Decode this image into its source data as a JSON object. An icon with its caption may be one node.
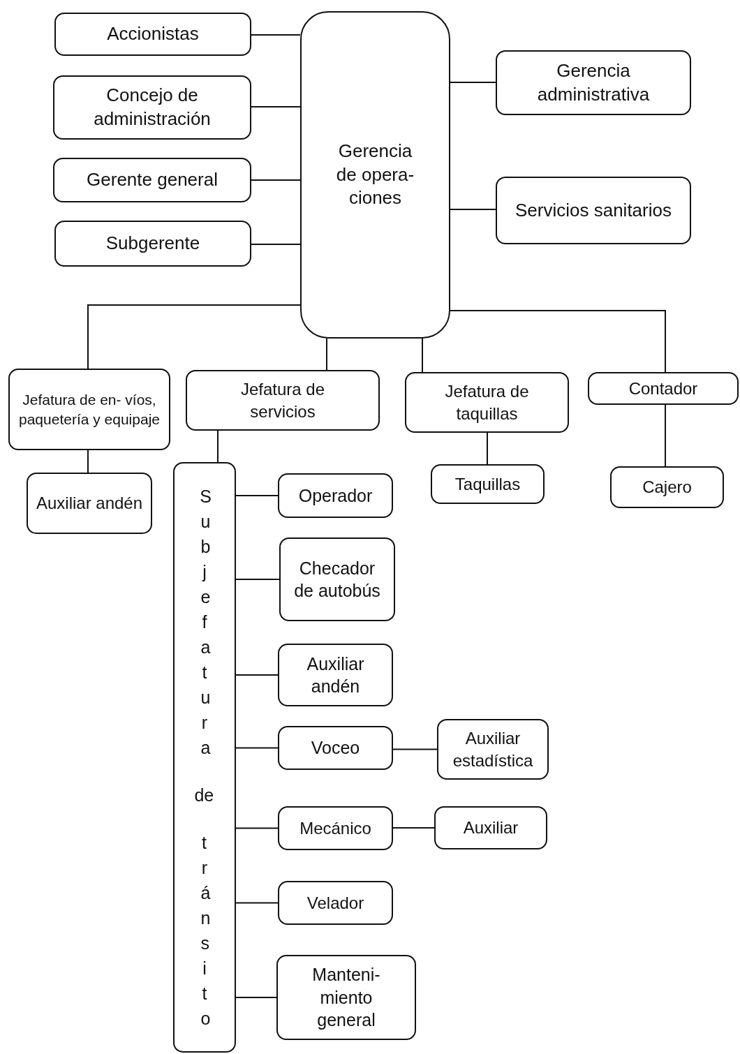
{
  "diagram": {
    "nodes": [
      {
        "text": [
          "Accionistas"
        ]
      },
      {
        "text": [
          "Concejo de administración"
        ]
      },
      {
        "text": [
          "Gerente general"
        ]
      },
      {
        "text": [
          "Subgerente"
        ]
      },
      {
        "text": [
          "Gerencia de opera- ciones"
        ]
      },
      {
        "text": [
          "Gerencia administrativa"
        ]
      },
      {
        "text": [
          "Servicios sanitarios"
        ]
      },
      {
        "text": [
          "Jefatura de en- víos, paquetería y equipaje"
        ]
      },
      {
        "text": [
          "Jefatura de servicios"
        ]
      },
      {
        "text": [
          "Jefatura de taquillas"
        ]
      },
      {
        "text": [
          "Contador"
        ]
      },
      {
        "text": [
          "Auxiliar andén"
        ]
      },
      {
        "text": [
          "Subjefatura de tránsito"
        ]
      },
      {
        "text": [
          "Operador"
        ]
      },
      {
        "text": [
          "Checador de autobús"
        ]
      },
      {
        "text": [
          "Auxiliar andén"
        ]
      },
      {
        "text": [
          "Voceo"
        ]
      },
      {
        "text": [
          "Auxiliar estadística"
        ]
      },
      {
        "text": [
          "Mecánico"
        ]
      },
      {
        "text": [
          "Auxiliar"
        ]
      },
      {
        "text": [
          "Velador"
        ]
      },
      {
        "text": [
          "Manteni- miento general"
        ]
      },
      {
        "text": [
          "Taquillas"
        ]
      },
      {
        "text": [
          "Cajero"
        ]
      }
    ],
    "edges": [
      {
        "from": 0,
        "to": 4,
        "arrow": "none"
      },
      {
        "from": 1,
        "to": 4,
        "arrow": "none"
      },
      {
        "from": 2,
        "to": 4,
        "arrow": "none"
      },
      {
        "from": 3,
        "to": 4,
        "arrow": "none"
      },
      {
        "from": 4,
        "to": 5,
        "arrow": "none"
      },
      {
        "from": 4,
        "to": 6,
        "arrow": "none"
      },
      {
        "from": 4,
        "to": 7,
        "arrow": "none"
      },
      {
        "from": 4,
        "to": 8,
        "arrow": "none"
      },
      {
        "from": 4,
        "to": 9,
        "arrow": "none"
      },
      {
        "from": 4,
        "to": 10,
        "arrow": "none"
      },
      {
        "from": 7,
        "to": 11,
        "arrow": "none"
      },
      {
        "from": 8,
        "to": 12,
        "arrow": "none"
      },
      {
        "from": 9,
        "to": 22,
        "arrow": "none"
      },
      {
        "from": 10,
        "to": 23,
        "arrow": "none"
      },
      {
        "from": 12,
        "to": 13,
        "arrow": "none"
      },
      {
        "from": 12,
        "to": 14,
        "arrow": "none"
      },
      {
        "from": 12,
        "to": 15,
        "arrow": "none"
      },
      {
        "from": 12,
        "to": 16,
        "arrow": "none"
      },
      {
        "from": 12,
        "to": 18,
        "arrow": "none"
      },
      {
        "from": 12,
        "to": 20,
        "arrow": "none"
      },
      {
        "from": 12,
        "to": 21,
        "arrow": "none"
      },
      {
        "from": 16,
        "to": 17,
        "arrow": "none"
      },
      {
        "from": 18,
        "to": 19,
        "arrow": "none"
      }
    ]
  }
}
